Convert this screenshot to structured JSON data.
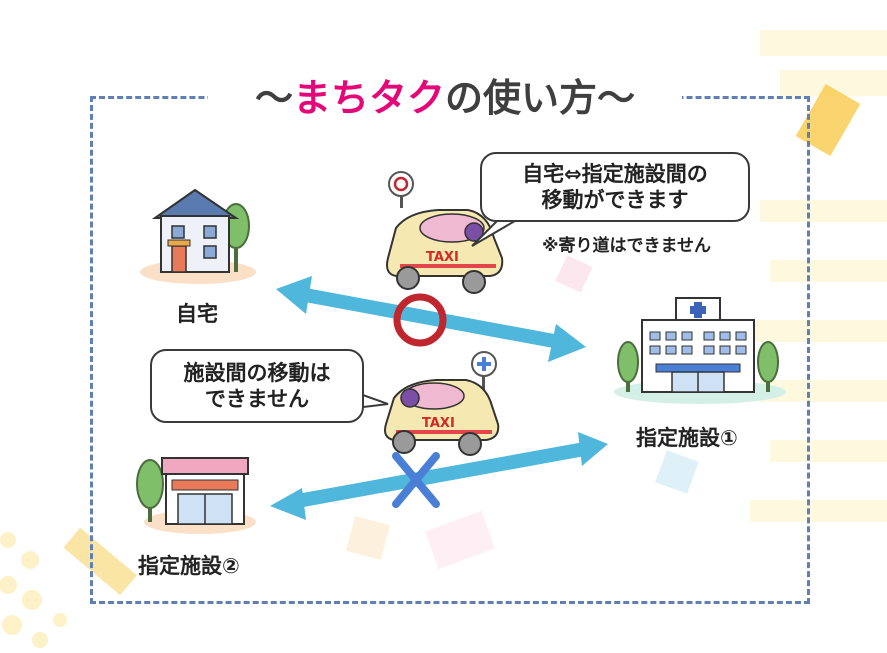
{
  "title": {
    "prefix": "〜",
    "accent": "まちタク",
    "suffix": "の使い方〜"
  },
  "labels": {
    "home": "自宅",
    "facility1": "指定施設①",
    "facility2": "指定施設②"
  },
  "bubbles": {
    "allowed_line1": "自宅⇔指定施設間の",
    "allowed_line2": "移動ができます",
    "denied_line1": "施設間の移動は",
    "denied_line2": "できません"
  },
  "note": "※寄り道はできません",
  "taxi_sign": "TAXI",
  "colors": {
    "accent": "#e5067a",
    "arrow": "#4fb7dc",
    "ok_mark": "#c0262d",
    "ng_mark": "#4a7fd8",
    "frame": "#5f7fb5"
  }
}
